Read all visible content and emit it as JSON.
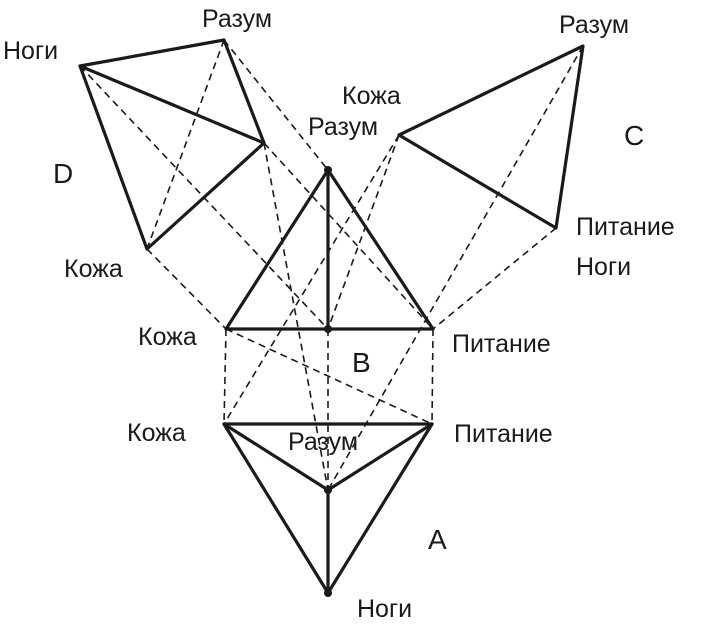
{
  "figures": {
    "A": {
      "letter": "A",
      "labels": {
        "skin": "Кожа",
        "nutrition": "Питание",
        "mind": "Разум",
        "legs": "Ноги"
      }
    },
    "B": {
      "letter": "B",
      "labels": {
        "mind": "Разум",
        "skin": "Кожа",
        "nutrition": "Питание"
      }
    },
    "C": {
      "letter": "C",
      "labels": {
        "mind": "Разум",
        "skin": "Кожа",
        "nutrition": "Питание",
        "legs": "Ноги"
      }
    },
    "D": {
      "letter": "D",
      "labels": {
        "legs": "Ноги",
        "mind": "Разум",
        "skin": "Кожа"
      }
    }
  }
}
